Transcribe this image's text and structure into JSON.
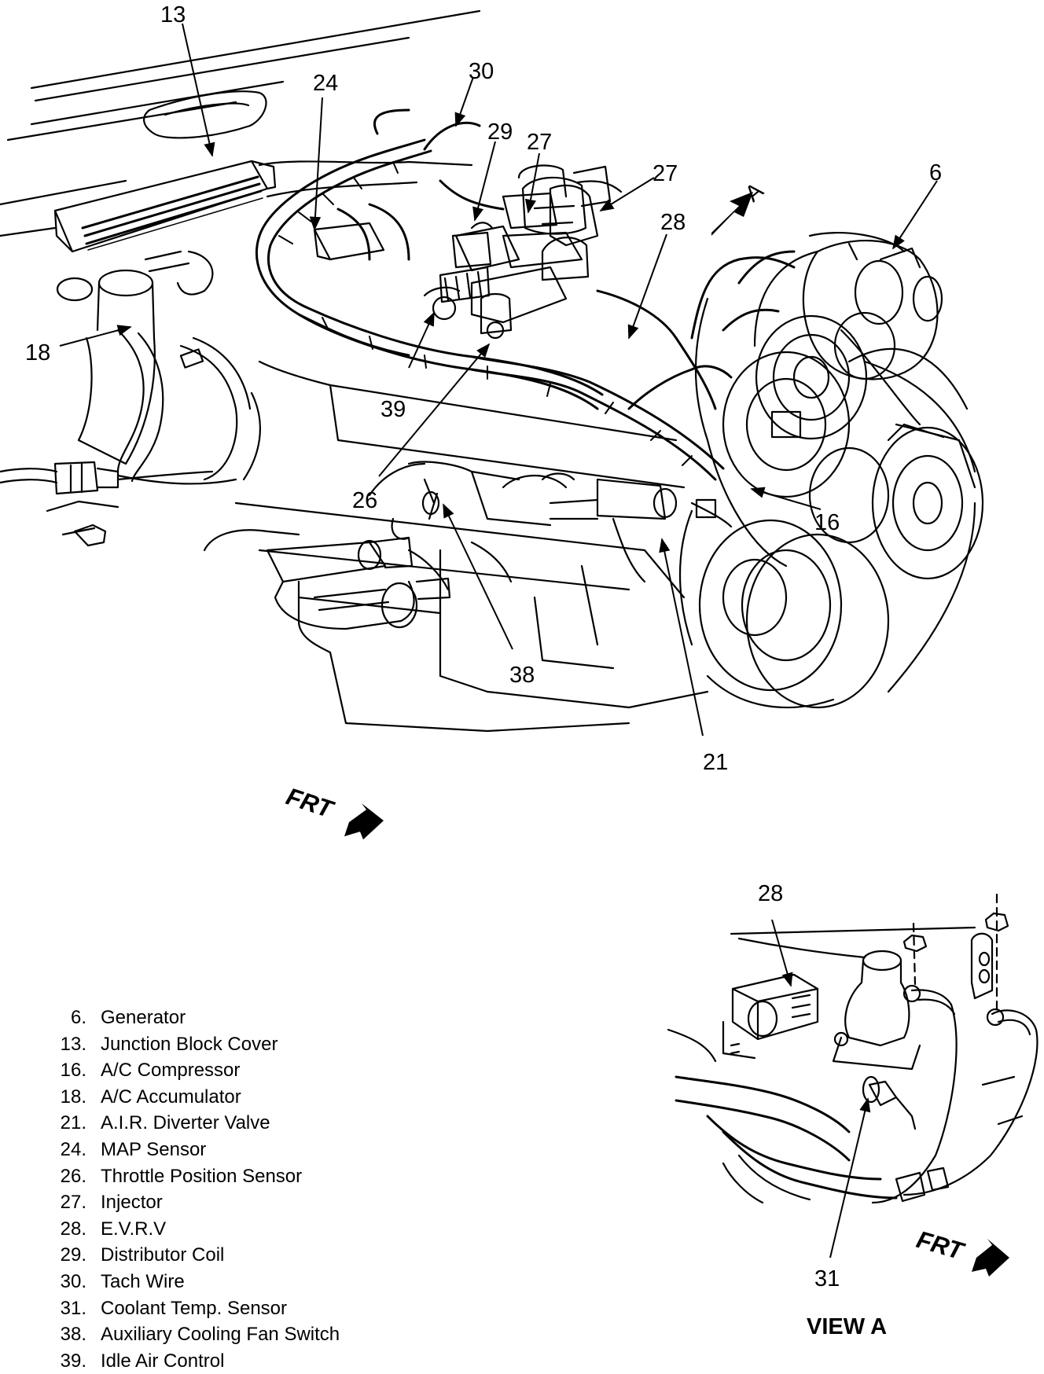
{
  "callouts": [
    {
      "id": "13",
      "text": "13"
    },
    {
      "id": "24",
      "text": "24"
    },
    {
      "id": "30",
      "text": "30"
    },
    {
      "id": "29",
      "text": "29"
    },
    {
      "id": "27a",
      "text": "27"
    },
    {
      "id": "27b",
      "text": "27"
    },
    {
      "id": "6",
      "text": "6"
    },
    {
      "id": "28",
      "text": "28"
    },
    {
      "id": "18",
      "text": "18"
    },
    {
      "id": "39",
      "text": "39"
    },
    {
      "id": "26",
      "text": "26"
    },
    {
      "id": "16",
      "text": "16"
    },
    {
      "id": "38",
      "text": "38"
    },
    {
      "id": "21",
      "text": "21"
    },
    {
      "id": "28v",
      "text": "28"
    },
    {
      "id": "31",
      "text": "31"
    }
  ],
  "view_direction": "A",
  "frt_label": "FRT",
  "view_label": "VIEW A",
  "legend": [
    {
      "num": "6.",
      "label": "Generator"
    },
    {
      "num": "13.",
      "label": "Junction Block Cover"
    },
    {
      "num": "16.",
      "label": "A/C Compressor"
    },
    {
      "num": "18.",
      "label": "A/C Accumulator"
    },
    {
      "num": "21.",
      "label": "A.I.R. Diverter Valve"
    },
    {
      "num": "24.",
      "label": "MAP Sensor"
    },
    {
      "num": "26.",
      "label": "Throttle Position Sensor"
    },
    {
      "num": "27.",
      "label": "Injector"
    },
    {
      "num": "28.",
      "label": "E.V.R.V"
    },
    {
      "num": "29.",
      "label": "Distributor Coil"
    },
    {
      "num": "30.",
      "label": "Tach Wire"
    },
    {
      "num": "31.",
      "label": "Coolant Temp. Sensor"
    },
    {
      "num": "38.",
      "label": "Auxiliary Cooling Fan Switch"
    },
    {
      "num": "39.",
      "label": "Idle Air Control"
    }
  ]
}
